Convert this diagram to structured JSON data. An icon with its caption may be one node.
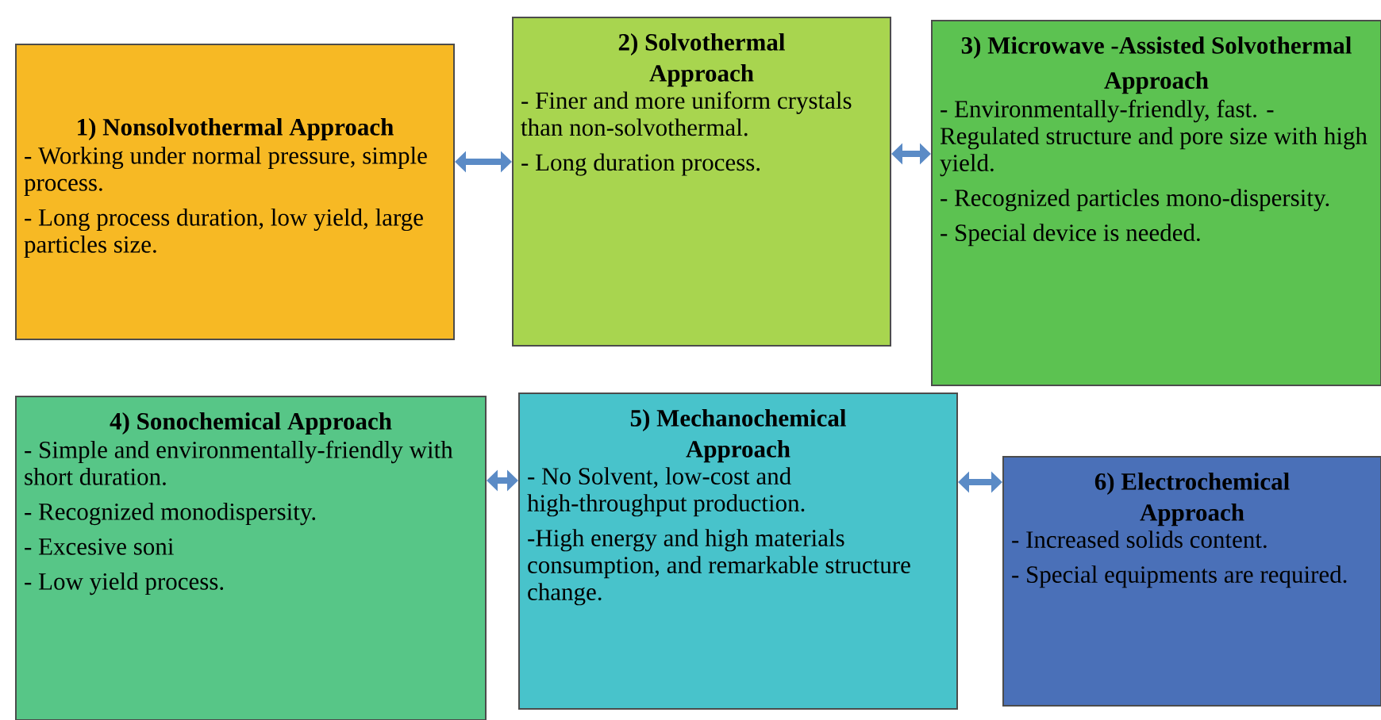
{
  "diagram": {
    "nodes": [
      {
        "text": [
          "1) Nonsolvothermal Approach",
          "- Working under normal pressure, simple process.",
          "- Long process duration, low yield, large particles size."
        ]
      },
      {
        "text": [
          "2) Solvothermal Approach",
          "- Finer and more uniform crystals than non-solvothermal.",
          "- Long duration process."
        ]
      },
      {
        "text": [
          "3) Microwave -Assisted Solvothermal Approach",
          "- Environmentally-friendly, fast. - Regulated structure and pore size with high yield.",
          "- Recognized particles mono-dispersity.",
          "- Special device is needed."
        ]
      },
      {
        "text": [
          "4) Sonochemical Approach",
          "- Simple and environmentally-friendly with short duration.",
          "- Recognized monodispersity.",
          "- Excesive soni",
          "- Low yield process."
        ]
      },
      {
        "text": [
          "5) Mechanochemical Approach",
          "- No Solvent, low-cost and high-throughput production.",
          "-High energy and high materials consumption, and remarkable structure change."
        ]
      },
      {
        "text": [
          "6) Electrochemical Approach",
          "- Increased solids content.",
          "- Special equipments are required."
        ]
      }
    ],
    "edges": [
      {
        "from": 0,
        "to": 1,
        "arrow": "both"
      },
      {
        "from": 1,
        "to": 2,
        "arrow": "both"
      },
      {
        "from": 3,
        "to": 4,
        "arrow": "both"
      },
      {
        "from": 4,
        "to": 5,
        "arrow": "both"
      }
    ]
  }
}
